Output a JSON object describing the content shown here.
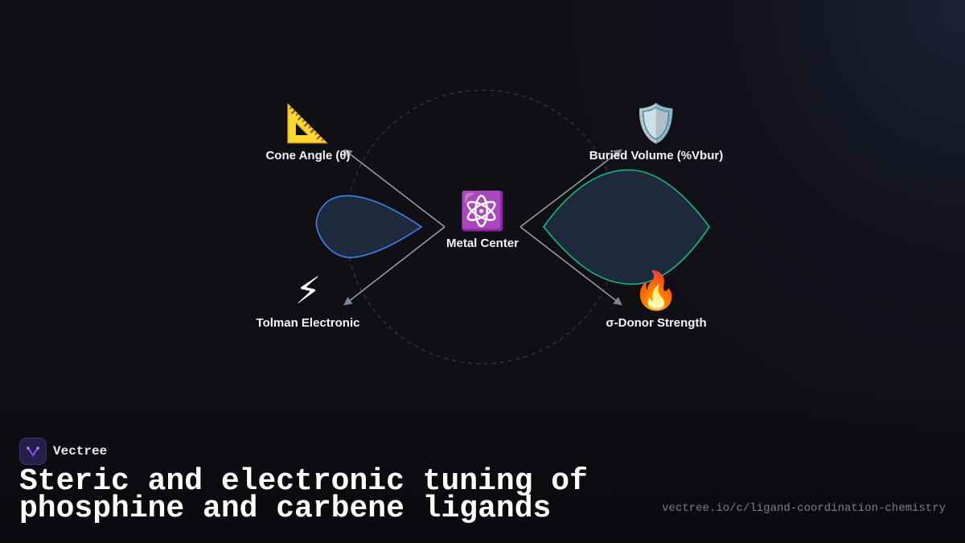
{
  "diagram": {
    "center": {
      "icon": "⚛️",
      "icon_name": "atom-icon",
      "label": "Metal Center"
    },
    "nodes": [
      {
        "icon": "📐",
        "icon_name": "triangular-ruler-icon",
        "label": "Cone Angle (θ)"
      },
      {
        "icon": "🛡️",
        "icon_name": "shield-icon",
        "label": "Buried Volume (%Vbur)"
      },
      {
        "icon": "⚡",
        "icon_name": "lightning-icon",
        "label": "Tolman Electronic"
      },
      {
        "icon": "🔥",
        "icon_name": "fire-icon",
        "label": "σ-Donor Strength"
      }
    ],
    "colors": {
      "left_lobe": "#3b82f6",
      "right_lobe": "#10b981",
      "arrows": "#9aa0b4",
      "lobe_fill": "#1e293b"
    }
  },
  "brand": {
    "name": "Vectree",
    "logo_color": "#a855f7"
  },
  "footer": {
    "title": "Steric and electronic tuning of phosphine and carbene ligands",
    "url": "vectree.io/c/ligand-coordination-chemistry"
  }
}
